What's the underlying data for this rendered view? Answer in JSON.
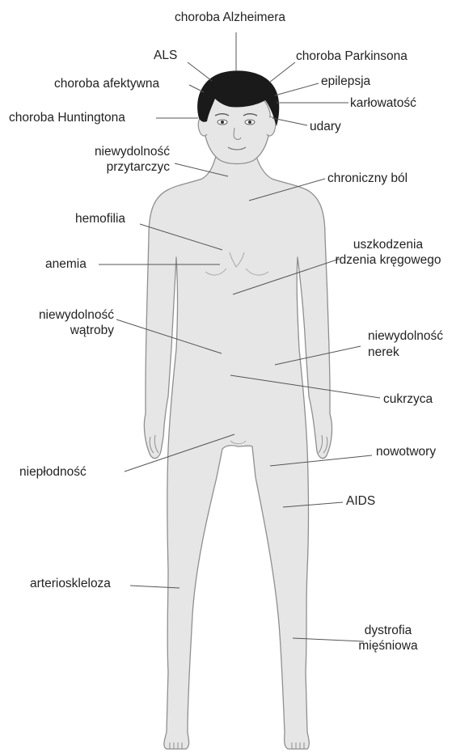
{
  "colors": {
    "body_fill": "#e6e6e6",
    "body_outline": "#8f8f8f",
    "hair": "#1a1a1a",
    "leader_line": "#555555",
    "text": "#222222"
  },
  "labels": {
    "alzheimer": "choroba Alzheimera",
    "als": "ALS",
    "parkinson": "choroba Parkinsona",
    "affective": "choroba afektywna",
    "epilepsy": "epilepsja",
    "dwarfism": "karłowatość",
    "huntington": "choroba Huntingtona",
    "strokes": "udary",
    "parathyroid_1": "niewydolność",
    "parathyroid_2": "przytarczyc",
    "chronic_pain": "chroniczny ból",
    "hemophilia": "hemofilia",
    "spinal_1": "uszkodzenia",
    "spinal_2": "rdzenia kręgowego",
    "anemia": "anemia",
    "liver_1": "niewydolność",
    "liver_2": "wątroby",
    "kidney_1": "niewydolność",
    "kidney_2": "nerek",
    "diabetes": "cukrzyca",
    "infertility": "niepłodność",
    "cancer": "nowotwory",
    "aids": "AIDS",
    "arteriosclerosis": "arterioskleloza",
    "dystrophy_1": "dystrofia",
    "dystrophy_2": "mięśniowa"
  }
}
